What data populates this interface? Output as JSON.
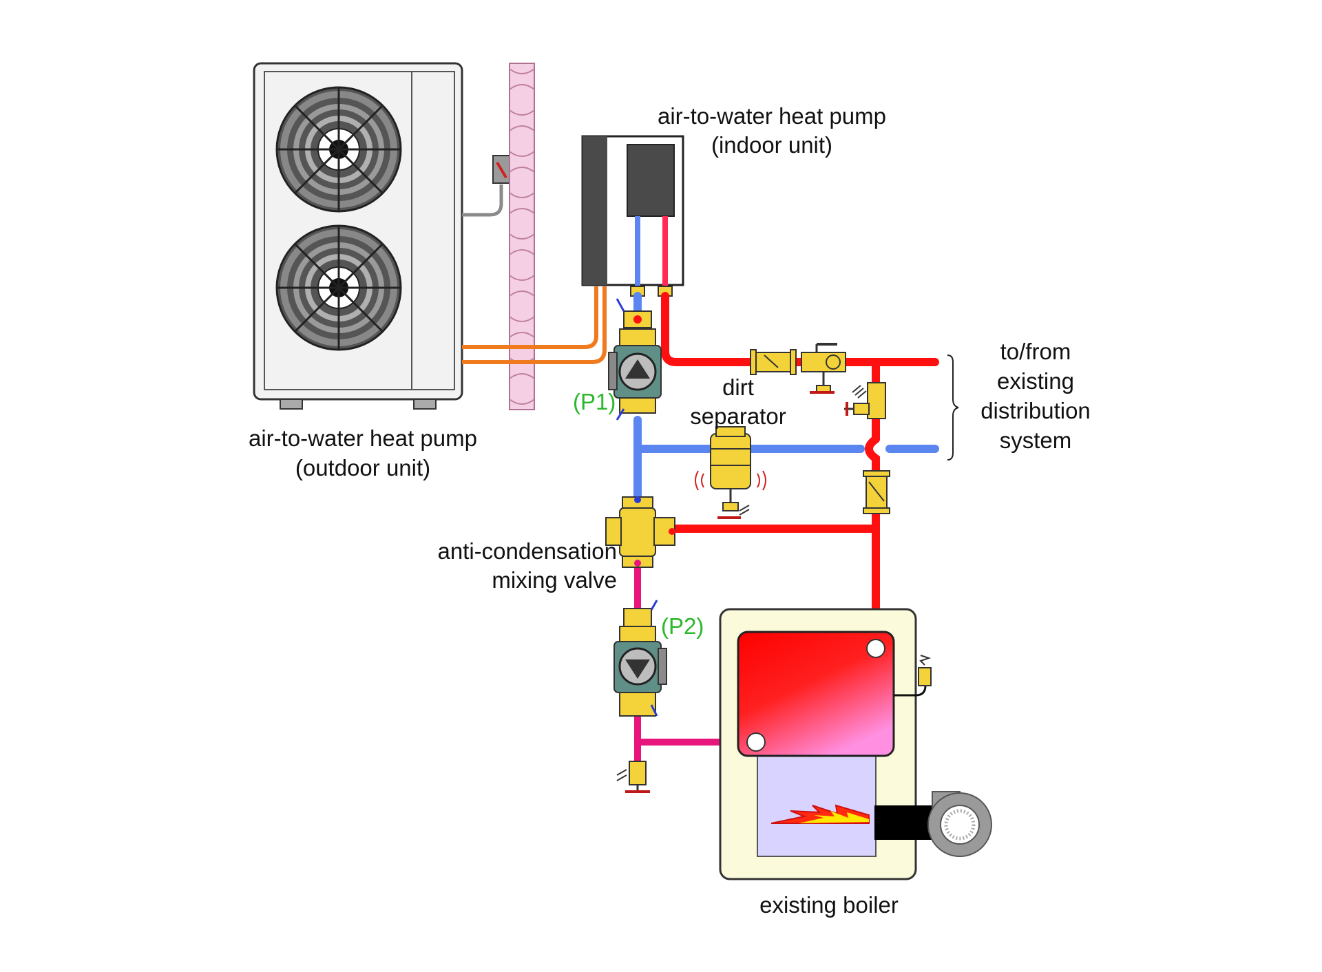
{
  "labels": {
    "outdoor_unit_line1": "air-to-water heat pump",
    "outdoor_unit_line2": "(outdoor unit)",
    "indoor_unit_line1": "air-to-water heat pump",
    "indoor_unit_line2": "(indoor unit)",
    "pump1": "(P1)",
    "pump2": "(P2)",
    "dirt_separator_line1": "dirt",
    "dirt_separator_line2": "separator",
    "mixing_valve_line1": "anti-condensation",
    "mixing_valve_line2": "mixing valve",
    "distribution_line1": "to/from",
    "distribution_line2": "existing",
    "distribution_line3": "distribution",
    "distribution_line4": "system",
    "boiler": "existing boiler"
  },
  "colors": {
    "supply_hot": "#ff1010",
    "return_cool": "#5b86f0",
    "boiler_return": "#e8157d",
    "refrigerant": "#f07a1e",
    "brass": "#f3d23a",
    "pump_body": "#5f8f86",
    "label_green": "#2bb82b",
    "insulation": "#f0c4dc",
    "unit_casing": "#f2f2f2"
  },
  "icons": {
    "outdoor_fan": "fan-icon",
    "circulator": "circulator-pump-icon",
    "burner_flame": "flame-icon",
    "burner_blower": "blower-icon"
  }
}
